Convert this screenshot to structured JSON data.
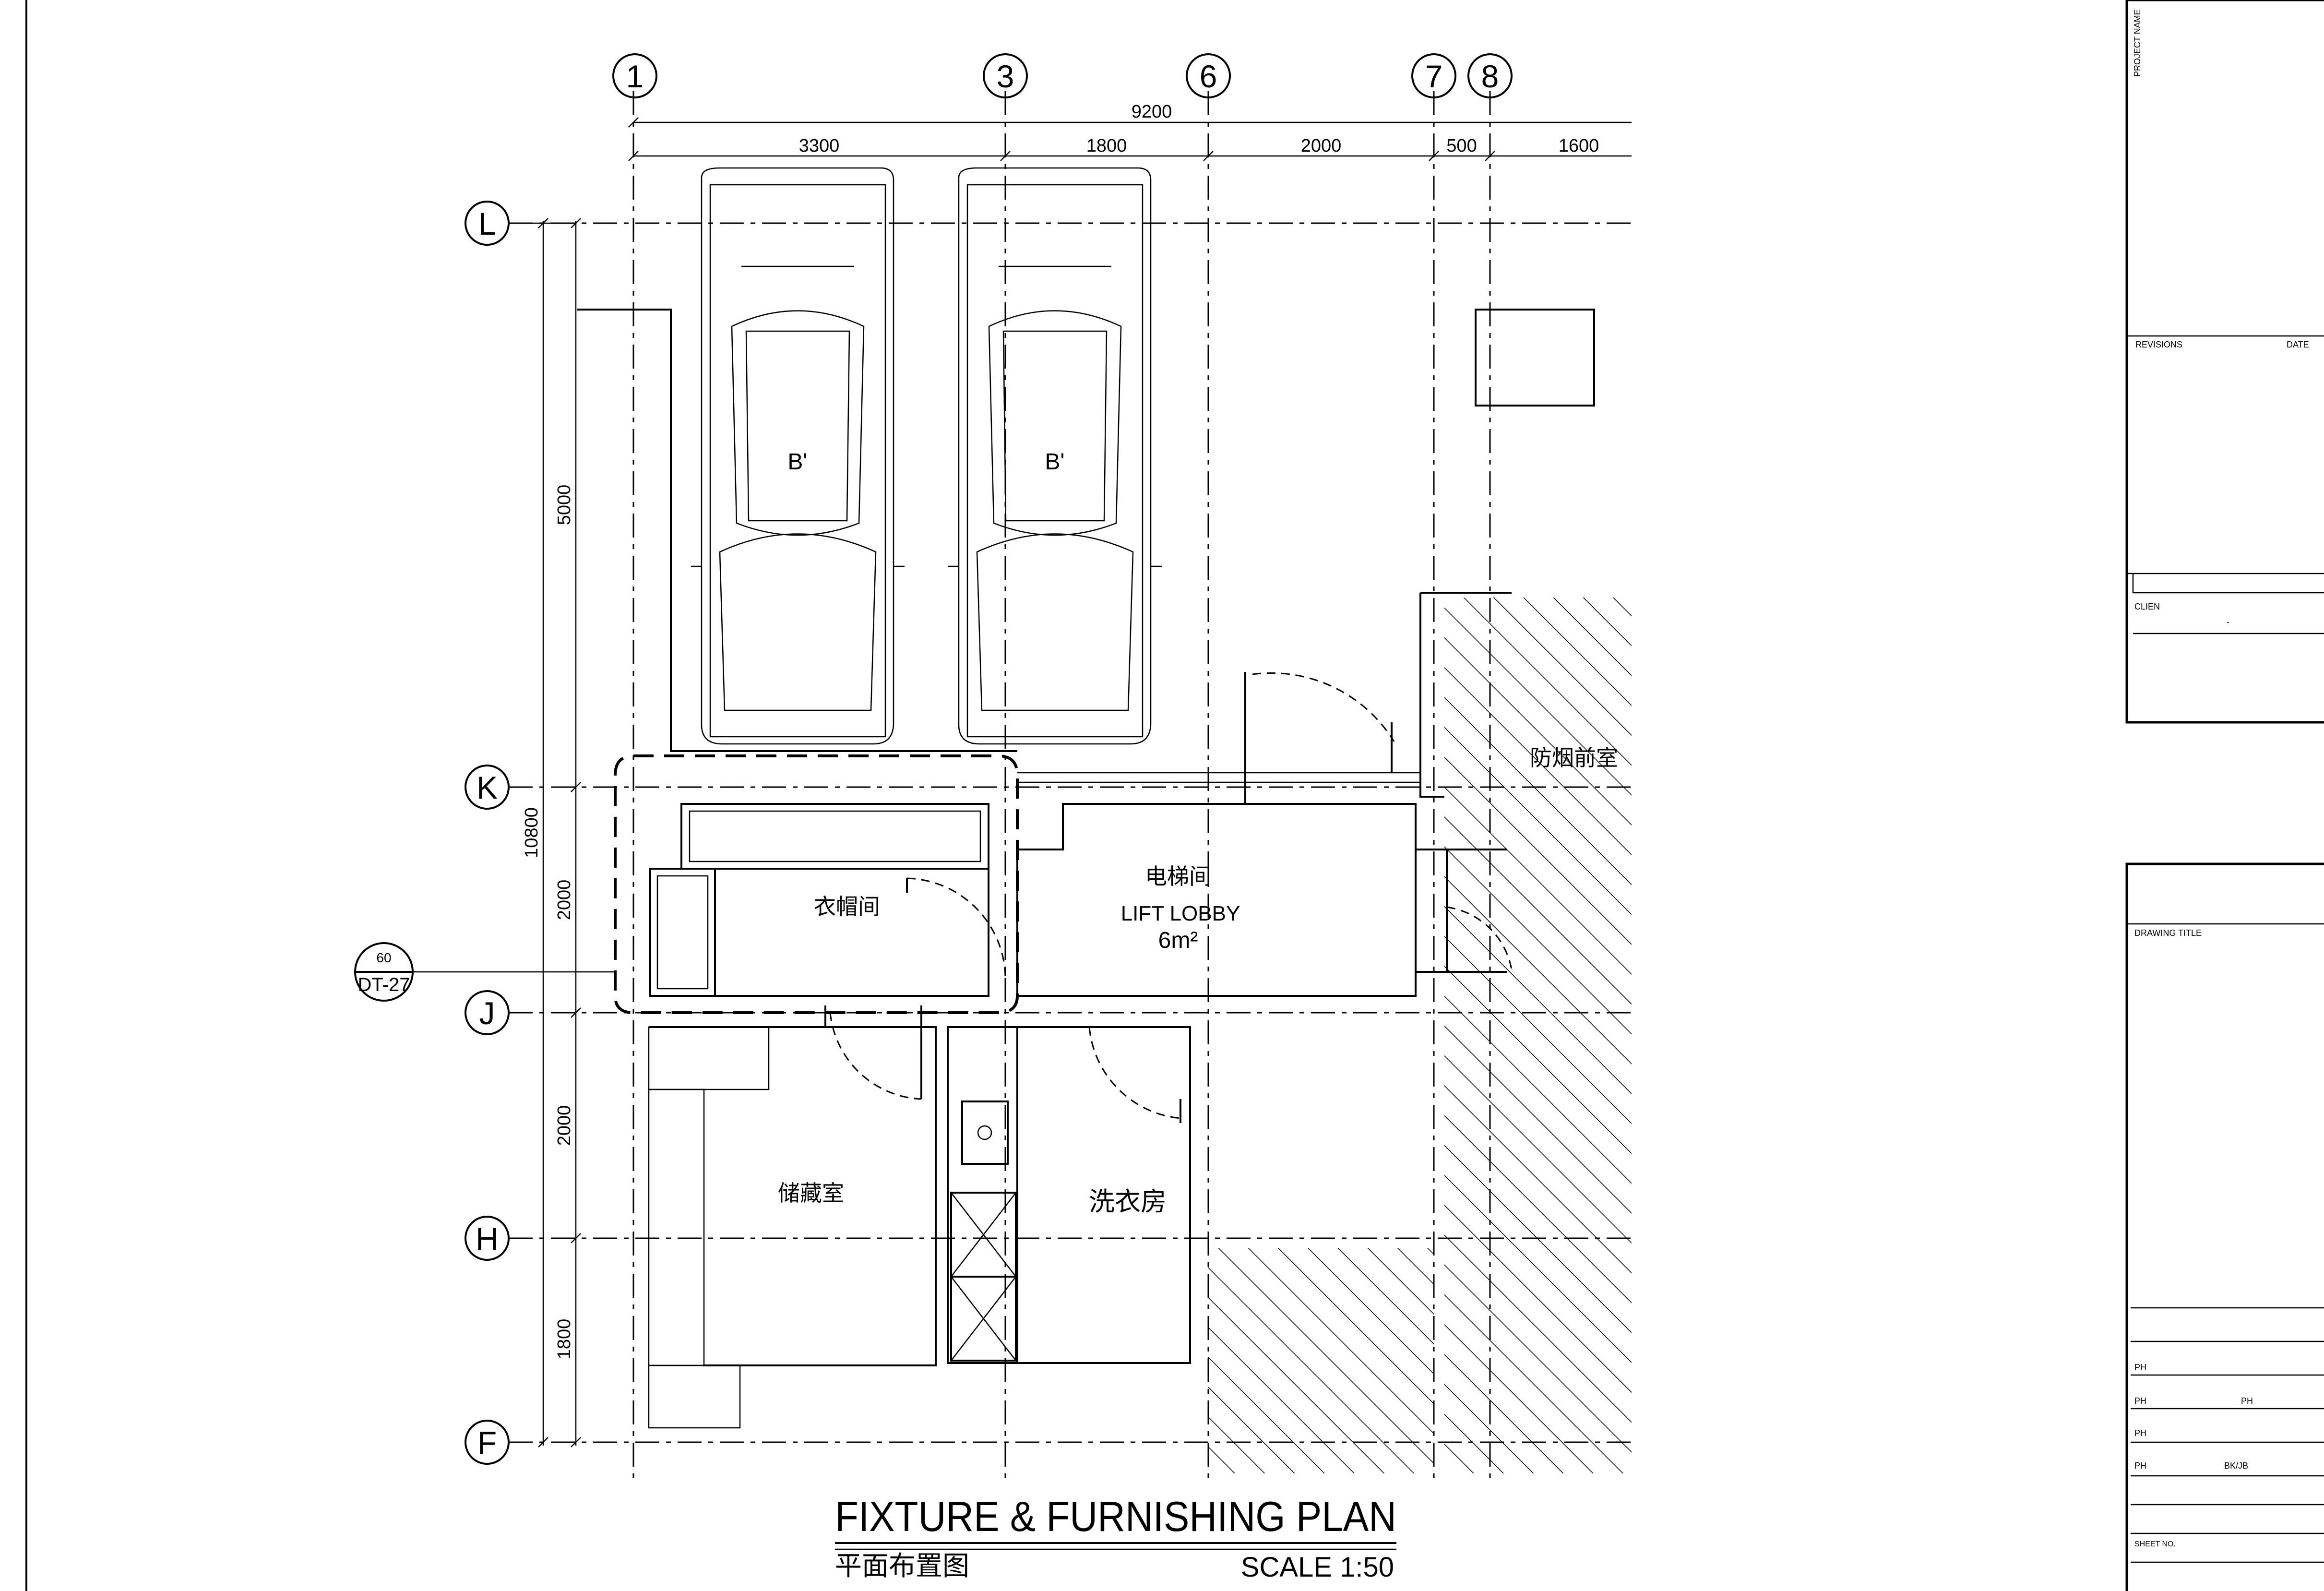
{
  "grid": {
    "columns": [
      "1",
      "3",
      "6",
      "7",
      "8"
    ],
    "rows": [
      "L",
      "K",
      "J",
      "H",
      "F"
    ]
  },
  "dimensions": {
    "overall_top": "9200",
    "top": [
      "3300",
      "1800",
      "2000",
      "500",
      "1600"
    ],
    "overall_left": "10800",
    "left": [
      "5000",
      "2000",
      "2000",
      "1800"
    ]
  },
  "rooms": {
    "parking_a": "B'",
    "parking_b": "B'",
    "cloakroom": "衣帽间",
    "lift_lobby_cn": "电梯间",
    "lift_lobby_en": "LIFT LOBBY",
    "lift_lobby_area": "6m²",
    "smoke_lobby": "防烟前室",
    "storage": "储藏室",
    "laundry": "洗衣房"
  },
  "detail_tag": {
    "number": "60",
    "sheet": "DT-27"
  },
  "title": {
    "en": "FIXTURE & FURNISHING PLAN",
    "cn": "平面布置图",
    "scale": "SCALE 1:50"
  },
  "title_block": {
    "project_name": "PROJECT NAME",
    "revisions": "REVISIONS",
    "date": "DATE",
    "client": "CLIEN",
    "client_dash": "-",
    "drawing_title": "DRAWING TITLE",
    "rows": [
      {
        "left": "PH",
        "right": ""
      },
      {
        "left": "PH",
        "right": "PH"
      },
      {
        "left": "PH",
        "right": ""
      },
      {
        "left": "PH",
        "right": "BK/JB"
      }
    ],
    "sheet_no": "SHEET NO."
  }
}
